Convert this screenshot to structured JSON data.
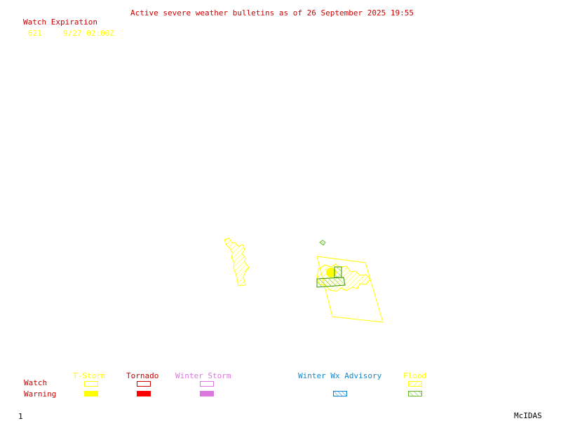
{
  "header": {
    "title": "Active severe weather bulletins as of 26 September 2025 19:55",
    "watch_heading": "Watch Expiration",
    "watches": [
      {
        "number": "621",
        "expiration": "9/27 02:00Z"
      }
    ]
  },
  "legend": {
    "row_labels": {
      "watch": "Watch",
      "warning": "Warning"
    },
    "categories": [
      {
        "label": "T-Storm",
        "color": "#ffff00"
      },
      {
        "label": "Tornado",
        "color": "#ff0000"
      },
      {
        "label": "Winter Storm",
        "color": "#dd77dd"
      },
      {
        "label": "Winter Wx Advisory",
        "color": "#1188cc"
      },
      {
        "label": "Flood",
        "color": "#ffff00"
      }
    ],
    "flood_warning_color": "#66bb22"
  },
  "footer": {
    "frame_number": "1",
    "brand": "McIDAS"
  }
}
